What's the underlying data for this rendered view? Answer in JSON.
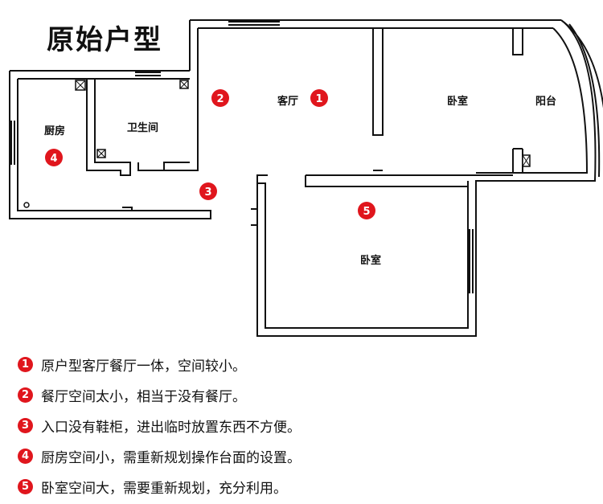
{
  "title": "原始户型",
  "rooms": {
    "living": "客厅",
    "bedroom_top": "卧室",
    "balcony": "阳台",
    "kitchen": "厨房",
    "bathroom": "卫生间",
    "bedroom_bottom": "卧室"
  },
  "markers": [
    "1",
    "2",
    "3",
    "4",
    "5"
  ],
  "notes": [
    {
      "num": "1",
      "text": "原户型客厅餐厅一体，空间较小。"
    },
    {
      "num": "2",
      "text": "餐厅空间太小，相当于没有餐厅。"
    },
    {
      "num": "3",
      "text": "入口没有鞋柜，进出临时放置东西不方便。"
    },
    {
      "num": "4",
      "text": "厨房空间小，需重新规划操作台面的设置。"
    },
    {
      "num": "5",
      "text": "卧室空间大，需要重新规划，充分利用。"
    }
  ],
  "colors": {
    "marker": "#e0161d",
    "wall": "#111111"
  }
}
